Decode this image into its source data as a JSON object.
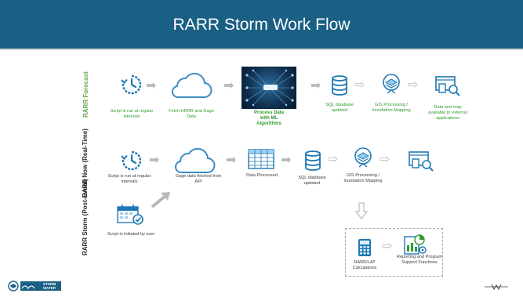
{
  "title": "RARR Storm Work Flow",
  "rows": {
    "forecast_label": "RARR Forecast",
    "now_label": "RARR Now (Real-Time)",
    "storm_label": "RARR Storm (Post-Event)"
  },
  "forecast": {
    "step1": "Script is run at regular intervals",
    "step2": "Fetch HRRR and Gage Data",
    "step3": "Process Data with ML Algorithms",
    "step4": "SQL database updated",
    "step5": "GIS Processing / Inundation Mapping",
    "step6": "Data and map available to external applications"
  },
  "now": {
    "step1": "Script is run at regular intervals",
    "step2": "Gage data fetched from API",
    "step3": "Data Processed",
    "step4": "SQL database updated",
    "step5": "GIS Processing / Inundation Mapping"
  },
  "storm": {
    "step1": "Script is initiated by user",
    "calc": "RARR/LAT Calculations",
    "reporting": "Reporting and Program Support Functions"
  },
  "footer": {
    "logo_text": "STORM WATER"
  },
  "colors": {
    "title_bar": "#1a5f84",
    "accent_blue": "#1f78b4",
    "green_text": "#2f9a2f",
    "row_label_green": "#6aa84f"
  },
  "icons": [
    "clock-refresh-icon",
    "cloud-icon",
    "neural-network-image",
    "database-icon",
    "gis-layers-icon",
    "monitor-search-icon",
    "table-grid-icon",
    "calendar-check-icon",
    "calculator-icon",
    "report-icon",
    "right-arrow-icon",
    "down-arrow-icon"
  ]
}
